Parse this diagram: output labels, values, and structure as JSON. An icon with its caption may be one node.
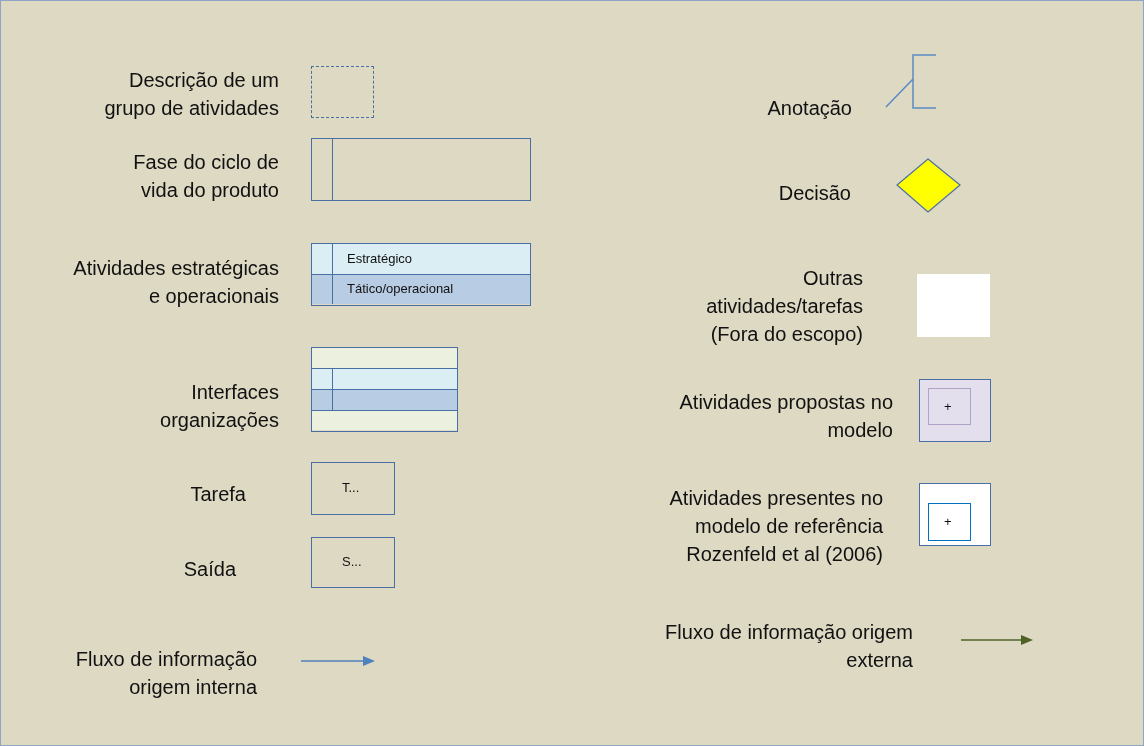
{
  "diagram": {
    "legend": [
      {
        "text": "Descrição de um grupo de atividades"
      },
      {
        "text": "Fase do ciclo de vida do produto"
      },
      {
        "text": "Atividades estratégicas e operacionais"
      },
      {
        "text": "Interfaces organizações"
      },
      {
        "text": "Tarefa"
      },
      {
        "text": "Saída"
      },
      {
        "text": "Fluxo de informação origem interna"
      },
      {
        "text": "Anotação"
      },
      {
        "text": "Decisão"
      },
      {
        "text": "Outras atividades/tarefas (Fora do escopo)"
      },
      {
        "text": "Atividades propostas no modelo"
      },
      {
        "text": "Atividades presentes no modelo de referência Rozenfeld et al (2006)"
      },
      {
        "text": "Fluxo de informação origem externa"
      }
    ],
    "labels": [
      "Estratégico",
      "Tático/operacional",
      "T...",
      "S...",
      "+",
      "+"
    ]
  }
}
